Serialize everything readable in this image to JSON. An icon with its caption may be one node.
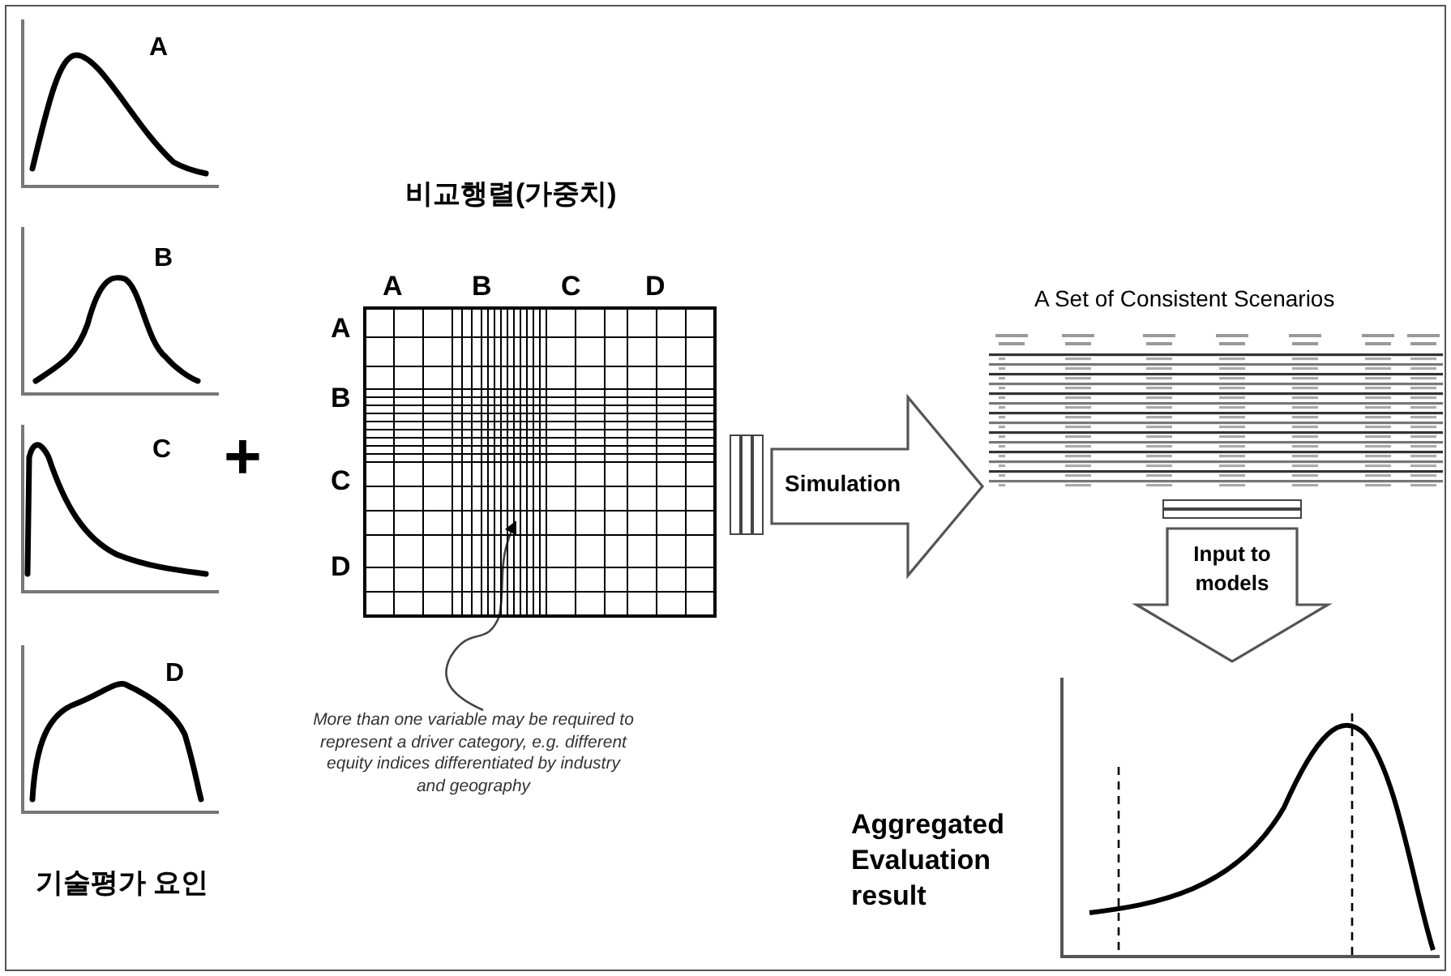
{
  "diagram": {
    "nodes": [
      {
        "text": [
          "비교행렬(가중치)"
        ],
        "beside": [
          "A",
          "B",
          "C",
          "D",
          "A",
          "B",
          "C",
          "D"
        ]
      },
      {
        "text": [
          "More than one variable may be required to represent a driver category, e.g. different equity indices differentiated by industry and geography"
        ]
      },
      {
        "text": [
          "A Set of Consistent Scenarios"
        ]
      },
      {
        "text": [],
        "shape": "chart",
        "beside": [
          "Aggregated Evaluation result"
        ]
      }
    ],
    "edges": [
      {
        "from": 1,
        "to": 0,
        "arrow": "to"
      },
      {
        "from": 0,
        "to": 2,
        "arrow": "to",
        "label": "Simulation",
        "style": "thick"
      },
      {
        "from": 2,
        "to": 3,
        "arrow": "to",
        "label": "Input to models",
        "style": "thick"
      }
    ],
    "labels": [
      "A",
      "B",
      "C",
      "D",
      "기술평가 요인",
      "+"
    ]
  }
}
